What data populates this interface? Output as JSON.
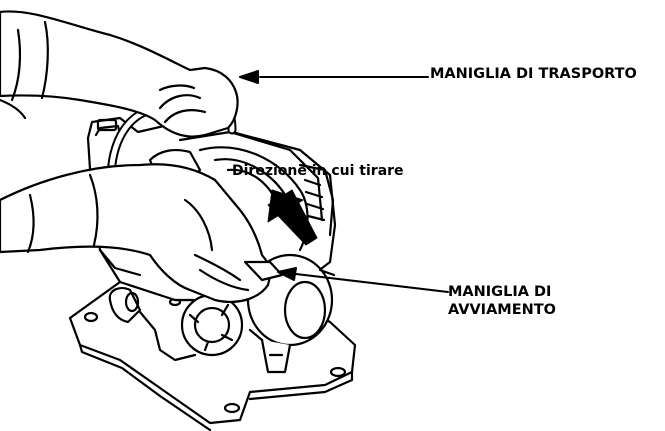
{
  "labels": {
    "carry_handle": "MANIGLIA DI TRASPORTO",
    "pull_direction": "Direzione in cui tirare",
    "starter_handle_line1": "MANIGLIA DI",
    "starter_handle_line2": "AVVIAMENTO"
  },
  "colors": {
    "ink": "#000000",
    "paper": "#ffffff"
  }
}
